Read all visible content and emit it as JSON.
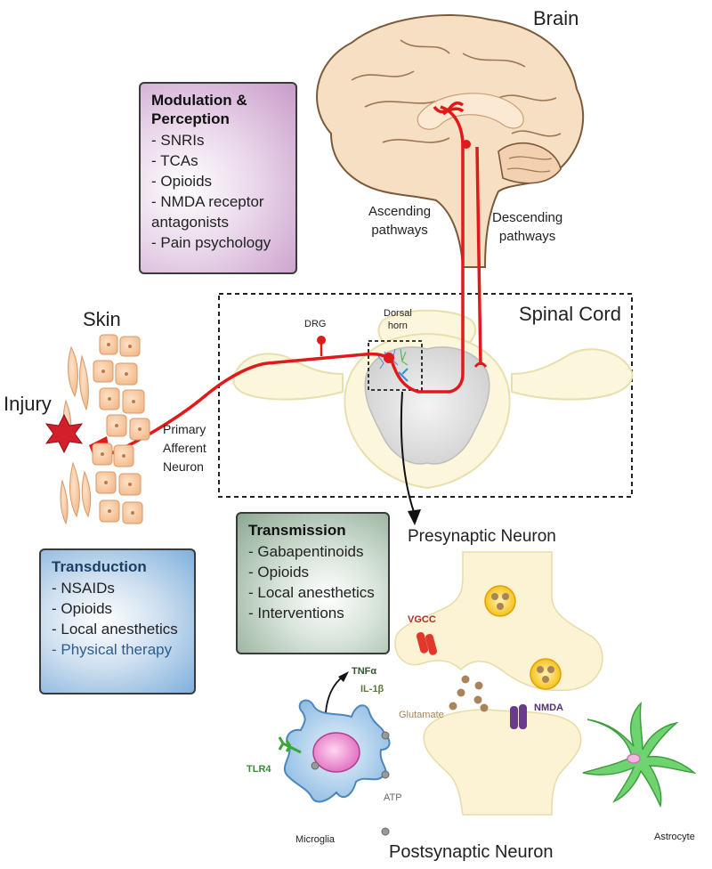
{
  "labels": {
    "brain": "Brain",
    "spinal_cord": "Spinal Cord",
    "skin": "Skin",
    "injury": "Injury",
    "ascending": [
      "Ascending",
      "pathways"
    ],
    "descending": [
      "Descending",
      "pathways"
    ],
    "drg": "DRG",
    "dorsal_horn": [
      "Dorsal",
      "horn"
    ],
    "primary_afferent": [
      "Primary",
      "Afferent",
      "Neuron"
    ],
    "presynaptic": "Presynaptic Neuron",
    "postsynaptic": "Postsynaptic Neuron",
    "vgcc": "VGCC",
    "tnfa": "TNFα",
    "il1b": "IL-1β",
    "glutamate": "Glutamate",
    "nmda": "NMDA",
    "tlr4": "TLR4",
    "atp": "ATP",
    "microglia": "Microglia",
    "astrocyte": "Astrocyte"
  },
  "boxes": {
    "modulation": {
      "title": "Modulation & Perception",
      "items": [
        "SNRIs",
        "TCAs",
        "Opioids",
        "NMDA receptor antagonists",
        "Pain psychology"
      ]
    },
    "transduction": {
      "title": "Transduction",
      "items": [
        "NSAIDs",
        "Opioids",
        "Local anesthetics",
        "Physical therapy"
      ]
    },
    "transmission": {
      "title": "Transmission",
      "items": [
        "Gabapentinoids",
        "Opioids",
        "Local anesthetics",
        "Interventions"
      ]
    }
  },
  "colors": {
    "pathway_red": "#e01a1a",
    "skin_cell": "#f6c7a0",
    "neuron_fill": "#fbf3d3",
    "vesicle": "#f6c400",
    "microglia": "#7fb3dc",
    "astrocyte": "#4bbf4b",
    "tlr4": "#3aa53a",
    "nmda": "#6b3a8c",
    "vgcc": "#e0392b"
  }
}
